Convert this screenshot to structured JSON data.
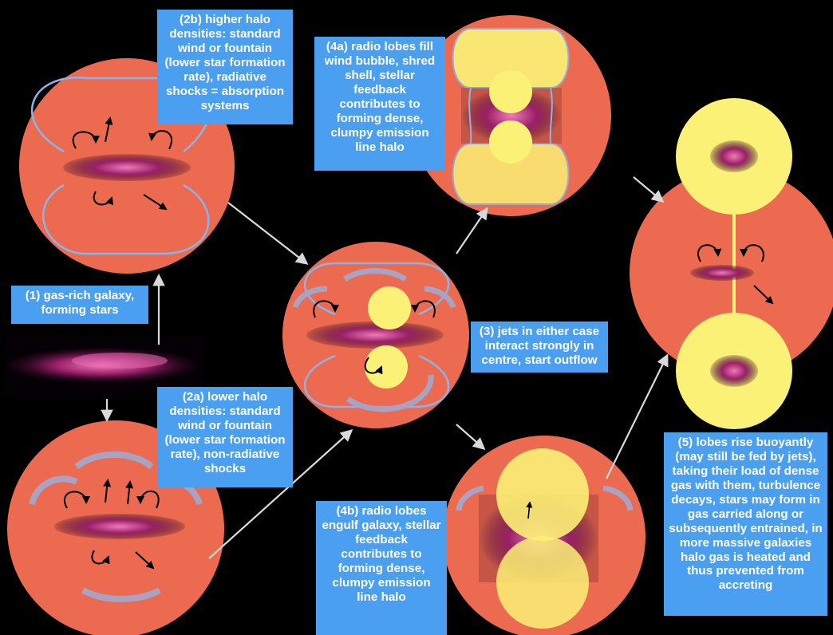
{
  "labels": {
    "stage_2b": "(2b) higher halo densities: standard wind or fountain (lower star formation rate), radiative shocks = absorption systems",
    "stage_4a": "(4a) radio lobes fill wind bubble, shred shell, stellar feedback contributes to forming dense, clumpy emission line halo",
    "stage_1": "(1) gas-rich galaxy, forming stars",
    "stage_3": "(3) jets in either case interact strongly in centre, start outflow",
    "stage_2a": "(2a) lower halo densities: standard wind or fountain (lower star formation rate), non-radiative shocks",
    "stage_4b": "(4b) radio lobes engulf galaxy, stellar feedback contributes to forming dense, clumpy emission line halo",
    "stage_5": "(5) lobes rise buoyantly (may still be fed by jets), taking their load of dense gas with them, turbulence decays, stars may form in gas carried along or subsequently entrained, in more massive galaxies halo gas is heated and thus prevented from accreting"
  },
  "colors": {
    "background": "#000000",
    "halo": "#ec6a50",
    "lobe": "#fbf176",
    "galaxy": "#b0307a",
    "bubble_outline": "#8ab4e8",
    "shock_shell": "#a8a3c4",
    "arrow": "#d9d9d9",
    "label_box": "#4a9ff0"
  },
  "icons": [
    "flow-arrow-icon",
    "circulation-arrow-icon",
    "outflow-arrow-icon"
  ]
}
